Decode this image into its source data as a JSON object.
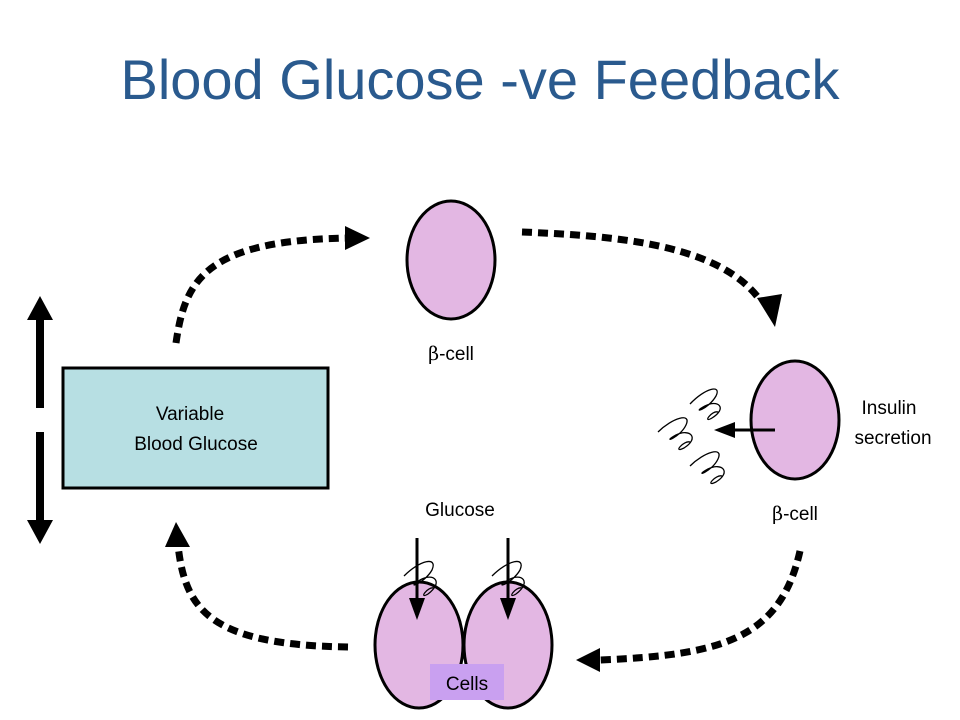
{
  "title": "Blood Glucose -ve Feedback",
  "box": {
    "line1": "Variable",
    "line2": "Blood Glucose"
  },
  "beta_symbol": "β",
  "cell_suffix": "-cell",
  "insulin": {
    "line1": "Insulin",
    "line2": "secretion"
  },
  "glucose_label": "Glucose",
  "cells_label": "Cells",
  "colors": {
    "title": "#2a5a8e",
    "cell_fill": "#e3b7e3",
    "box_fill": "#b7dfe3",
    "cells_tag": "#c9a0f0",
    "stroke": "#000000"
  }
}
